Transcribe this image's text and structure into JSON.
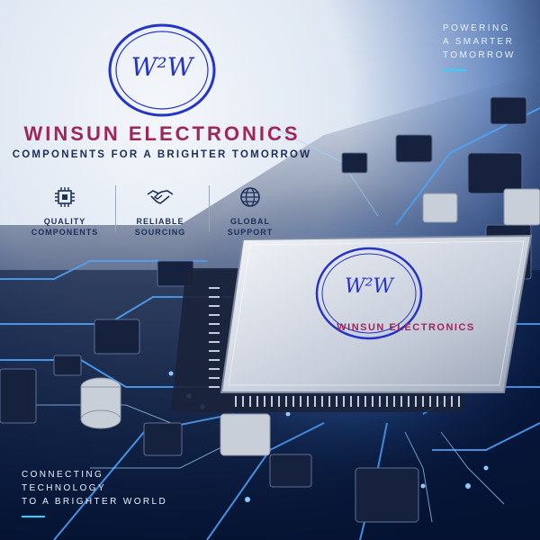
{
  "brand": {
    "name": "WINSUN ELECTRONICS",
    "tagline": "COMPONENTS FOR A BRIGHTER TOMORROW",
    "logo_text": "W²W"
  },
  "features": [
    {
      "icon": "chip-icon",
      "label": "QUALITY\nCOMPONENTS"
    },
    {
      "icon": "handshake-icon",
      "label": "RELIABLE\nSOURCING"
    },
    {
      "icon": "globe-icon",
      "label": "GLOBAL\nSUPPORT"
    }
  ],
  "top_right": {
    "lines": [
      "POWERING",
      "A SMARTER",
      "TOMORROW"
    ]
  },
  "bottom_left": {
    "lines": [
      "CONNECTING",
      "TECHNOLOGY",
      "TO A BRIGHTER WORLD"
    ]
  },
  "chip": {
    "logo_text": "W²W",
    "label": "WINSUN ELECTRONICS"
  },
  "colors": {
    "logo_blue": "#2433c8",
    "brand_magenta": "#a0265a",
    "tagline_navy": "#1c2f5c",
    "accent_cyan": "#2fd3ff",
    "board_dark": "#081a44",
    "glow_blue": "#3a8cff"
  }
}
